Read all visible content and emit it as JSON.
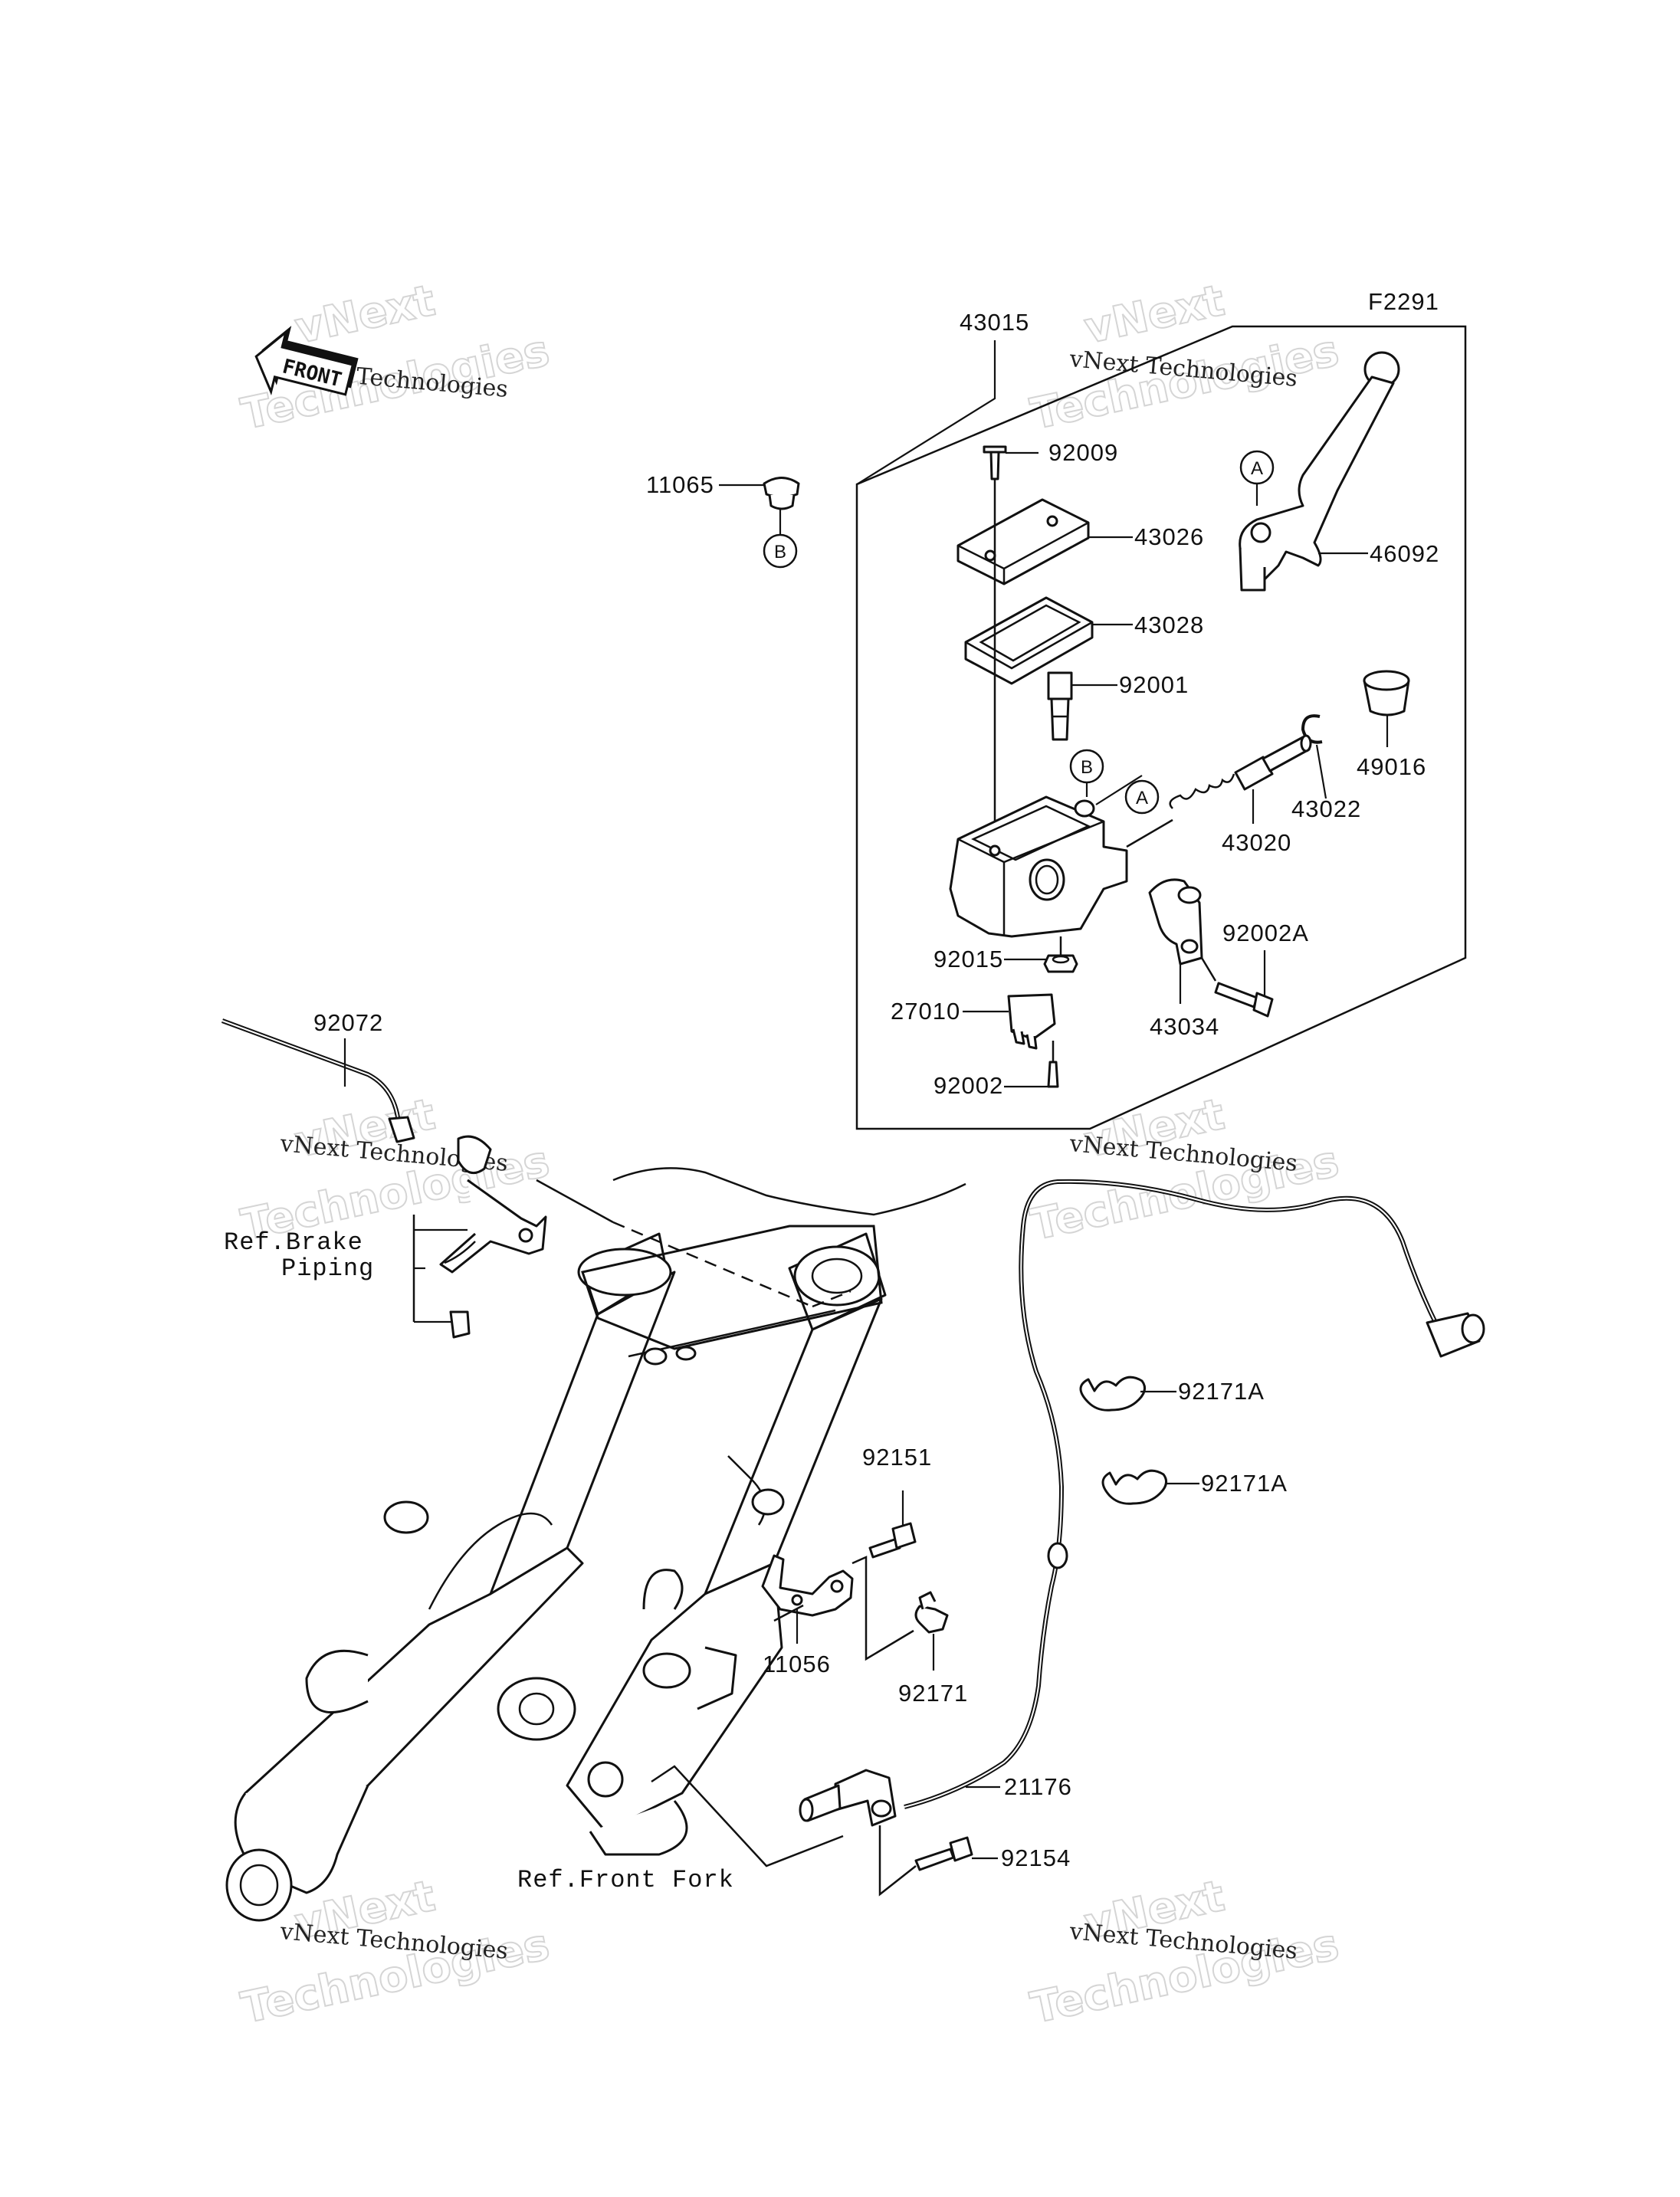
{
  "figure_code": "F2291",
  "front_label": "FRONT",
  "watermark": {
    "line1": "vNext",
    "line2": "Technologies",
    "small": "vNext Technologies"
  },
  "callouts": {
    "c43015": "43015",
    "c11065": "11065",
    "c92009": "92009",
    "c43026": "43026",
    "c46092": "46092",
    "c43028": "43028",
    "c92001": "92001",
    "c49016": "49016",
    "c43022": "43022",
    "c43020": "43020",
    "c92002A": "92002A",
    "c92015": "92015",
    "c27010": "27010",
    "c43034": "43034",
    "c92002": "92002",
    "c92072": "92072",
    "c92171A_1": "92171A",
    "c92171A_2": "92171A",
    "c92151": "92151",
    "c11056": "11056",
    "c92171": "92171",
    "c21176": "21176",
    "c92154": "92154"
  },
  "references": {
    "brake_piping_line1": "Ref.Brake",
    "brake_piping_line2": "Piping",
    "front_fork": "Ref.Front Fork"
  },
  "markers": {
    "a": "A",
    "b": "B"
  }
}
